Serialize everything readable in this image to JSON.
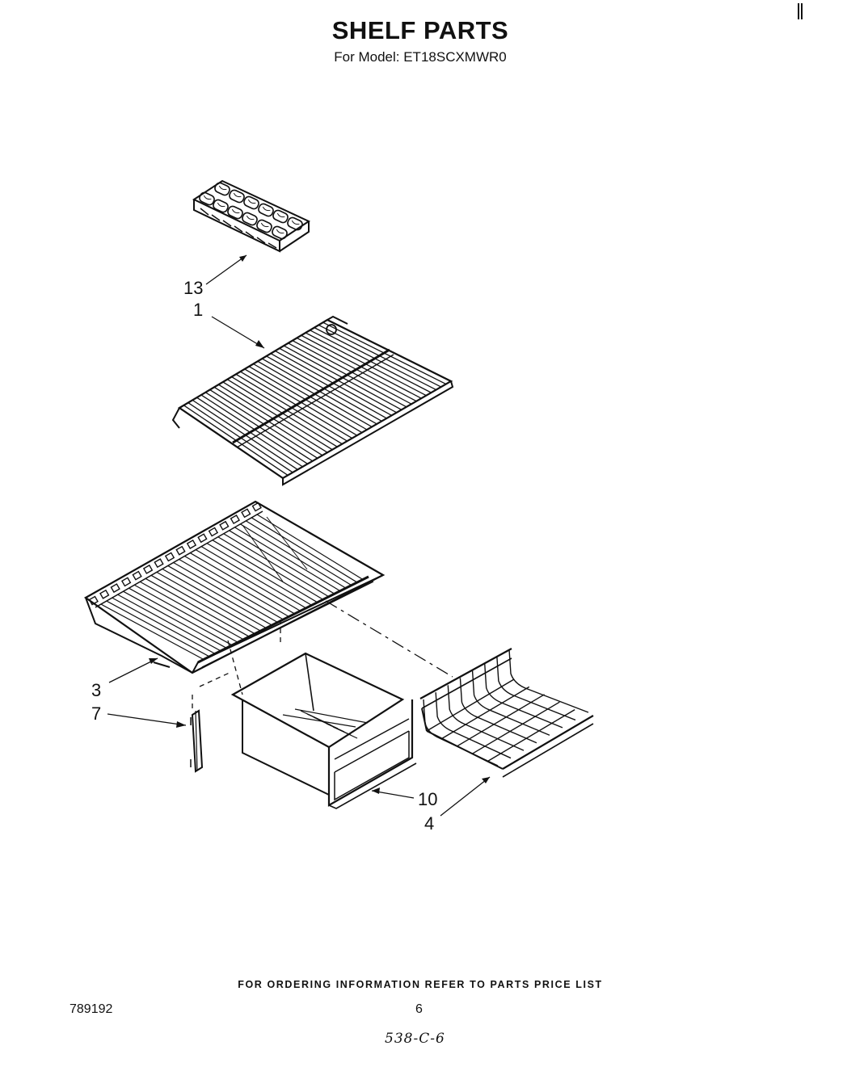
{
  "header": {
    "title": "SHELF PARTS",
    "subtitle": "For Model: ET18SCXMWR0"
  },
  "diagram": {
    "callouts": [
      "13",
      "1",
      "3",
      "7",
      "10",
      "4"
    ],
    "parts": [
      "ice-cube-tray",
      "wire-shelf",
      "crisper-cover",
      "crisper-slide",
      "crisper-drawer",
      "wire-basket"
    ]
  },
  "footer": {
    "note": "FOR ORDERING INFORMATION REFER TO PARTS PRICE LIST",
    "doc_number": "789192",
    "page_number": "6",
    "handwritten": "538-C-6"
  }
}
